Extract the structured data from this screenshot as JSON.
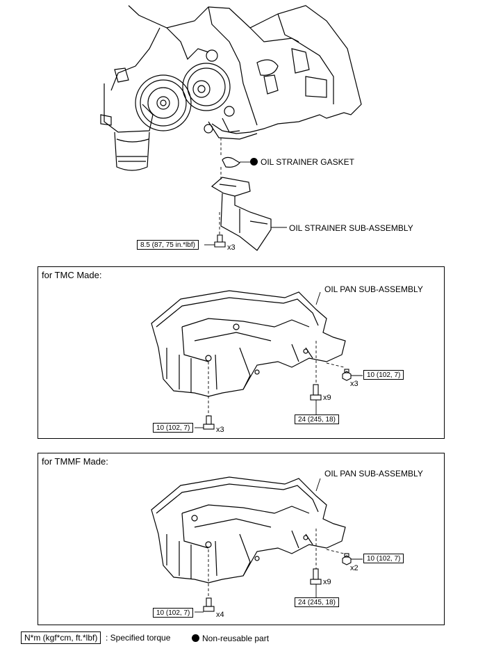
{
  "labels": {
    "oil_strainer_gasket": "OIL STRAINER GASKET",
    "oil_strainer_sub_assembly": "OIL STRAINER SUB-ASSEMBLY",
    "strainer_torque": "8.5 (87, 75 in.*lbf)",
    "strainer_qty": "x3"
  },
  "panels": [
    {
      "title": "for TMC Made:",
      "part_label": "OIL PAN SUB-ASSEMBLY",
      "nut_torque": "10 (102, 7)",
      "nut_qty": "x3",
      "long_bolt_torque": "24 (245, 18)",
      "long_bolt_qty": "x9",
      "short_bolt_torque": "10 (102, 7)",
      "short_bolt_qty": "x3"
    },
    {
      "title": "for TMMF Made:",
      "part_label": "OIL PAN SUB-ASSEMBLY",
      "nut_torque": "10 (102, 7)",
      "nut_qty": "x2",
      "long_bolt_torque": "24 (245, 18)",
      "long_bolt_qty": "x9",
      "short_bolt_torque": "10 (102, 7)",
      "short_bolt_qty": "x4"
    }
  ],
  "legend": {
    "torque_units": "N*m (kgf*cm, ft.*lbf)",
    "torque_desc": ": Specified torque",
    "nonreusable_desc": "Non-reusable part"
  }
}
